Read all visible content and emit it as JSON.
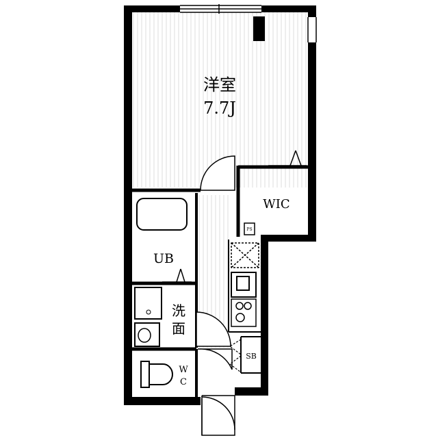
{
  "rooms": {
    "western_room": {
      "name": "洋室",
      "size": "7.7J"
    },
    "wic": {
      "name": "WIC"
    },
    "unit_bath": {
      "name": "UB"
    },
    "washroom": {
      "name_line1": "洗",
      "name_line2": "面"
    },
    "toilet": {
      "name_line1": "W",
      "name_line2": "C"
    },
    "shoe_box": {
      "name": "SB"
    },
    "pipe_space": {
      "name": "PS"
    }
  },
  "colors": {
    "wall": "#000000",
    "floor_stripe": "#d9d9d9",
    "background": "#ffffff"
  }
}
